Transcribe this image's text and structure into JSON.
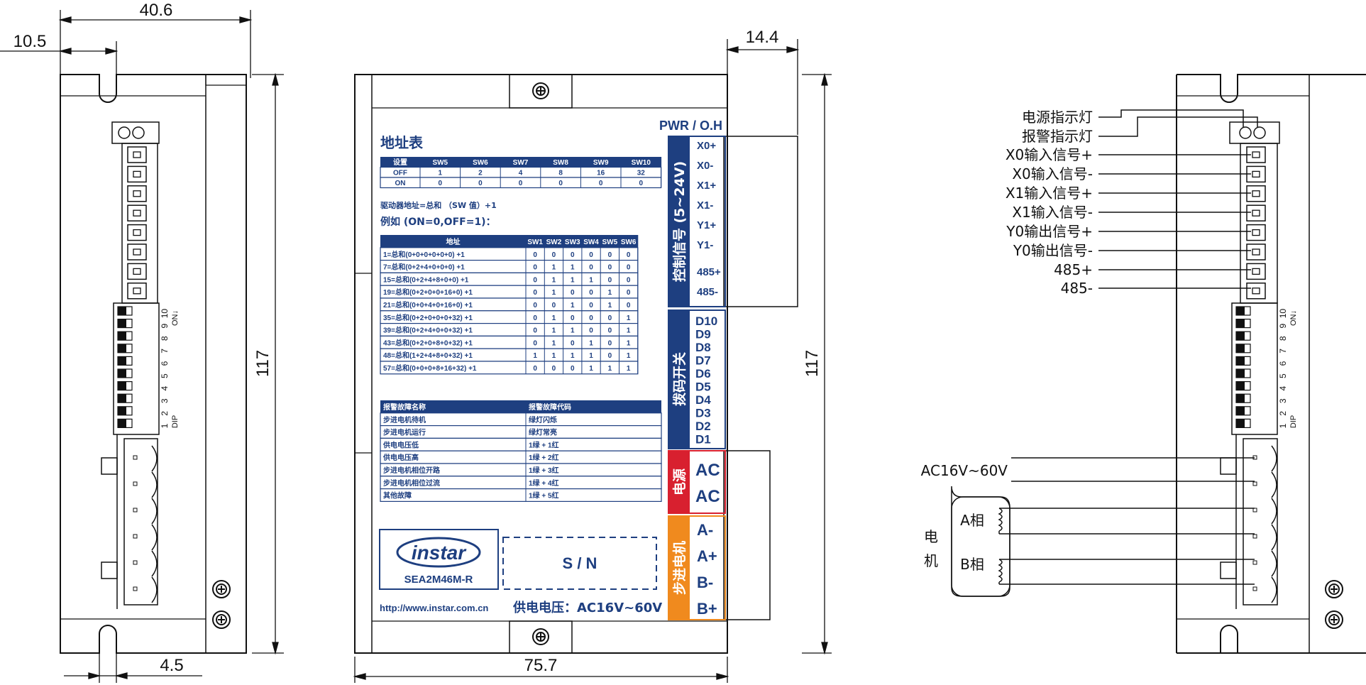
{
  "dimensions": {
    "side_width": "40.6",
    "slot_offset": "10.5",
    "slot_width": "4.5",
    "side_height": "117",
    "front_height": "117",
    "front_width": "75.7",
    "terminal_depth": "14.4"
  },
  "front_panel": {
    "pwr_label": "PWR / O.H",
    "address_table_title": "地址表",
    "dip_table": {
      "headers": [
        "设置",
        "SW5",
        "SW6",
        "SW7",
        "SW8",
        "SW9",
        "SW10"
      ],
      "rows": [
        [
          "OFF",
          "1",
          "2",
          "4",
          "8",
          "16",
          "32"
        ],
        [
          "ON",
          "0",
          "0",
          "0",
          "0",
          "0",
          "0"
        ]
      ]
    },
    "driver_address_note": "驱动器地址=总和 （SW 值）+1",
    "example_note": "例如 (ON=0,OFF=1)：",
    "address_example_table": {
      "headers": [
        "地址",
        "SW1",
        "SW2",
        "SW3",
        "SW4",
        "SW5",
        "SW6"
      ],
      "rows": [
        [
          "1=总和(0+0+0+0+0+0) +1",
          "0",
          "0",
          "0",
          "0",
          "0",
          "0"
        ],
        [
          "7=总和(0+2+4+0+0+0) +1",
          "0",
          "1",
          "1",
          "0",
          "0",
          "0"
        ],
        [
          "15=总和(0+2+4+8+0+0) +1",
          "0",
          "1",
          "1",
          "1",
          "0",
          "0"
        ],
        [
          "19=总和(0+2+0+0+16+0) +1",
          "0",
          "1",
          "0",
          "0",
          "1",
          "0"
        ],
        [
          "21=总和(0+0+4+0+16+0) +1",
          "0",
          "0",
          "1",
          "0",
          "1",
          "0"
        ],
        [
          "35=总和(0+2+0+0+0+32) +1",
          "0",
          "1",
          "0",
          "0",
          "0",
          "1"
        ],
        [
          "39=总和(0+2+4+0+0+32) +1",
          "0",
          "1",
          "1",
          "0",
          "0",
          "1"
        ],
        [
          "43=总和(0+2+0+8+0+32) +1",
          "0",
          "1",
          "0",
          "1",
          "0",
          "1"
        ],
        [
          "48=总和(1+2+4+8+0+32) +1",
          "1",
          "1",
          "1",
          "1",
          "0",
          "1"
        ],
        [
          "57=总和(0+0+0+8+16+32) +1",
          "0",
          "0",
          "0",
          "1",
          "1",
          "1"
        ]
      ]
    },
    "fault_table": {
      "headers": [
        "报警故障名称",
        "报警故障代码"
      ],
      "rows": [
        [
          "步进电机待机",
          "绿灯闪烁"
        ],
        [
          "步进电机运行",
          "绿灯常亮"
        ],
        [
          "供电电压低",
          "1绿 + 1红"
        ],
        [
          "供电电压高",
          "1绿 + 2红"
        ],
        [
          "步进电机相位开路",
          "1绿 + 3红"
        ],
        [
          "步进电机相位过流",
          "1绿 + 4红"
        ],
        [
          "其他故障",
          "1绿 + 5红"
        ]
      ]
    },
    "logo_text": "instar",
    "model": "SEA2M46M-R",
    "sn_label": "S / N",
    "website": "http://www.instar.com.cn",
    "supply_voltage": "供电电压：AC16V~60V",
    "section_control": "控制信号 (5~24V)",
    "control_terminals": [
      "X0+",
      "X0-",
      "X1+",
      "X1-",
      "Y1+",
      "Y1-",
      "485+",
      "485-"
    ],
    "section_dip": "拨码开关",
    "dip_terminals": [
      "D10",
      "D9",
      "D8",
      "D7",
      "D6",
      "D5",
      "D4",
      "D3",
      "D2",
      "D1"
    ],
    "section_power": "电源",
    "power_terminals": [
      "AC",
      "AC"
    ],
    "section_motor": "步进电机",
    "motor_terminals": [
      "A-",
      "A+",
      "B-",
      "B+"
    ]
  },
  "dip_labels": {
    "numbers": [
      "1",
      "2",
      "3",
      "4",
      "5",
      "6",
      "7",
      "8",
      "9",
      "10"
    ],
    "on_label": "ON",
    "dip_label": "DIP"
  },
  "wiring": {
    "led_labels": [
      "电源指示灯",
      "报警指示灯"
    ],
    "signal_labels": [
      "X0输入信号+",
      "X0输入信号-",
      "X1输入信号+",
      "X1输入信号-",
      "Y0输出信号+",
      "Y0输出信号-",
      "485+",
      "485-"
    ],
    "power_label": "AC16V~60V",
    "motor_label_line1": "电",
    "motor_label_line2": "机",
    "phase_a": "A相",
    "phase_b": "B相"
  },
  "colors": {
    "panel_blue": "#1e3f80",
    "power_red": "#d8202f",
    "motor_orange": "#f08a1e"
  }
}
